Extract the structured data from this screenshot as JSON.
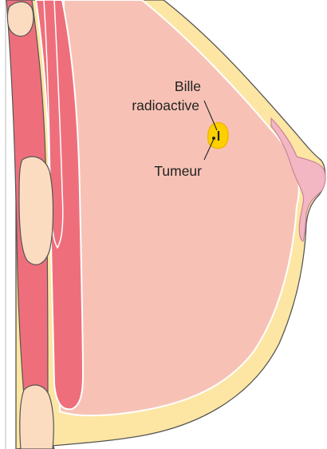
{
  "labels": {
    "radioactive_seed": [
      "Bille",
      "radioactive"
    ],
    "tumor": "Tumeur"
  },
  "colors": {
    "skin_outline": "#555555",
    "fat": "#fde6a3",
    "glandular": "#f7c2b5",
    "muscle": "#ee6f7b",
    "muscle_dark": "#e2505f",
    "rib": "#fbdcc1",
    "areola": "#f2b7c2",
    "tumor": "#ffd000",
    "tumor_edge": "#f2b600",
    "seed": "#222222"
  }
}
